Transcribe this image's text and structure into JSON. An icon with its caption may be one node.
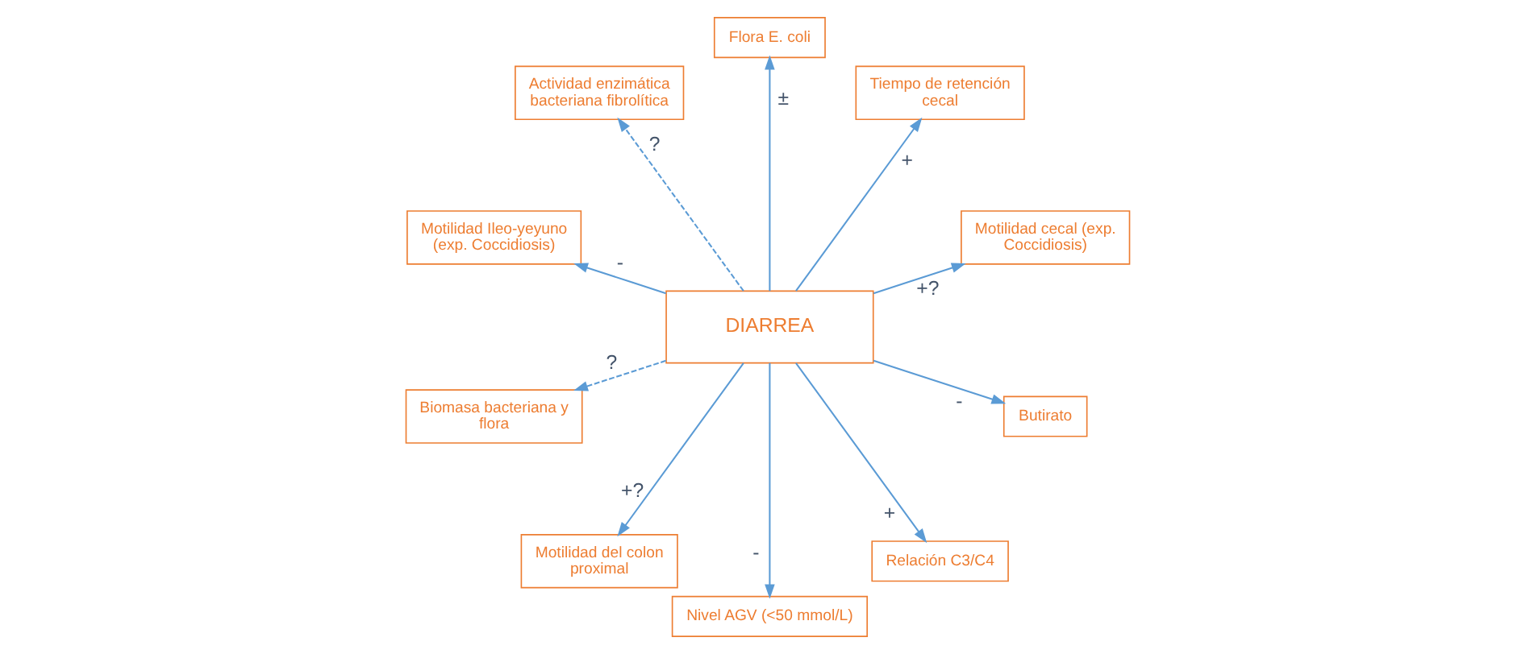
{
  "diagram": {
    "nodes": [
      {
        "text": [
          "Motilidad cecal (exp. Coccidiosis)"
        ]
      },
      {
        "text": [
          "Tiempo de retención cecal"
        ]
      },
      {
        "text": [
          "Flora E. coli"
        ]
      },
      {
        "text": [
          "Actividad enzimática bacteriana fibrolítica"
        ]
      },
      {
        "text": [
          "Motilidad Ileo-yeyuno (exp. Coccidiosis)"
        ]
      },
      {
        "text": [
          "DIARREA"
        ]
      },
      {
        "text": [
          "Biomasa bacteriana y flora"
        ]
      },
      {
        "text": [
          "Motilidad del colon proximal"
        ]
      },
      {
        "text": [
          "Nivel AGV (<50 mmol/L)"
        ]
      },
      {
        "text": [
          "Relación C3/C4"
        ]
      },
      {
        "text": [
          "Butirato"
        ]
      }
    ],
    "edges": [
      {
        "from": 5,
        "to": 0,
        "arrow": "to",
        "label": "+?"
      },
      {
        "from": 5,
        "to": 1,
        "arrow": "to",
        "label": "+"
      },
      {
        "from": 5,
        "to": 2,
        "arrow": "to",
        "label": "±"
      },
      {
        "from": 5,
        "to": 3,
        "arrow": "to",
        "label": "?",
        "style": "dashed"
      },
      {
        "from": 5,
        "to": 6,
        "arrow": "to",
        "label": "?",
        "style": "dashed"
      },
      {
        "from": 5,
        "to": 8,
        "arrow": "to",
        "label": "-"
      },
      {
        "from": 5,
        "to": 10,
        "arrow": "to",
        "label": "-"
      },
      {
        "from": 5,
        "to": 9,
        "arrow": "to",
        "label": "+"
      },
      {
        "from": 5,
        "to": 7,
        "arrow": "to",
        "label": "+?"
      },
      {
        "from": 5,
        "to": 4,
        "arrow": "to",
        "label": "-"
      }
    ]
  }
}
